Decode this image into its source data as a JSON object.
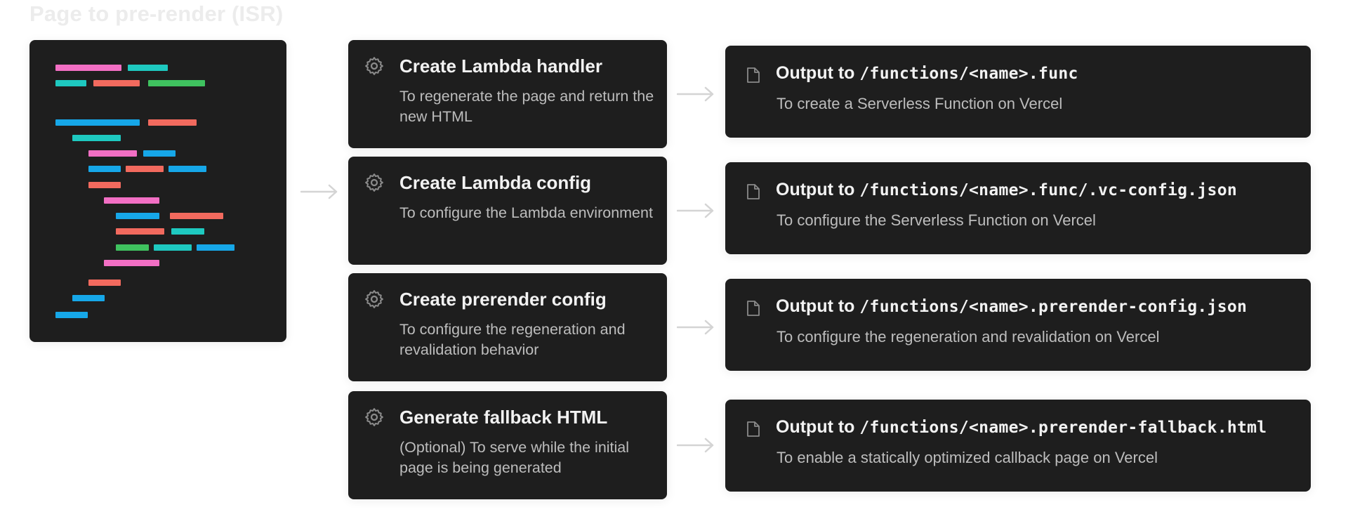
{
  "title": "Page to pre-render (ISR)",
  "colors": {
    "pink": "#f26fc4",
    "teal": "#1ec9c0",
    "red": "#f26a5e",
    "green": "#3fc25f",
    "blue": "#16a7e8",
    "card": "#1e1e1e",
    "arrow": "#d4d4d4"
  },
  "code_illustration": {
    "icon": "code-lines-illustration"
  },
  "steps": [
    {
      "icon": "gear-icon",
      "title": "Create Lambda handler",
      "description": "To regenerate the page and return the new HTML"
    },
    {
      "icon": "gear-icon",
      "title": "Create Lambda config",
      "description": "To configure the Lambda environment"
    },
    {
      "icon": "gear-icon",
      "title": "Create prerender config",
      "description": "To configure the regeneration and revalidation behavior"
    },
    {
      "icon": "gear-icon",
      "title": "Generate fallback HTML",
      "description": "(Optional) To serve while the initial page is being generated"
    }
  ],
  "outputs": [
    {
      "icon": "file-icon",
      "prefix": "Output to ",
      "path": "/functions/<name>.func",
      "description": "To create a Serverless Function on Vercel"
    },
    {
      "icon": "file-icon",
      "prefix": "Output to ",
      "path": "/functions/<name>.func/.vc-config.json",
      "description": "To configure the Serverless Function on Vercel"
    },
    {
      "icon": "file-icon",
      "prefix": "Output to ",
      "path": "/functions/<name>.prerender-config.json",
      "description": "To configure the regeneration and revalidation on Vercel"
    },
    {
      "icon": "file-icon",
      "prefix": "Output to ",
      "path": "/functions/<name>.prerender-fallback.html",
      "description": "To enable a statically optimized callback page on Vercel"
    }
  ]
}
